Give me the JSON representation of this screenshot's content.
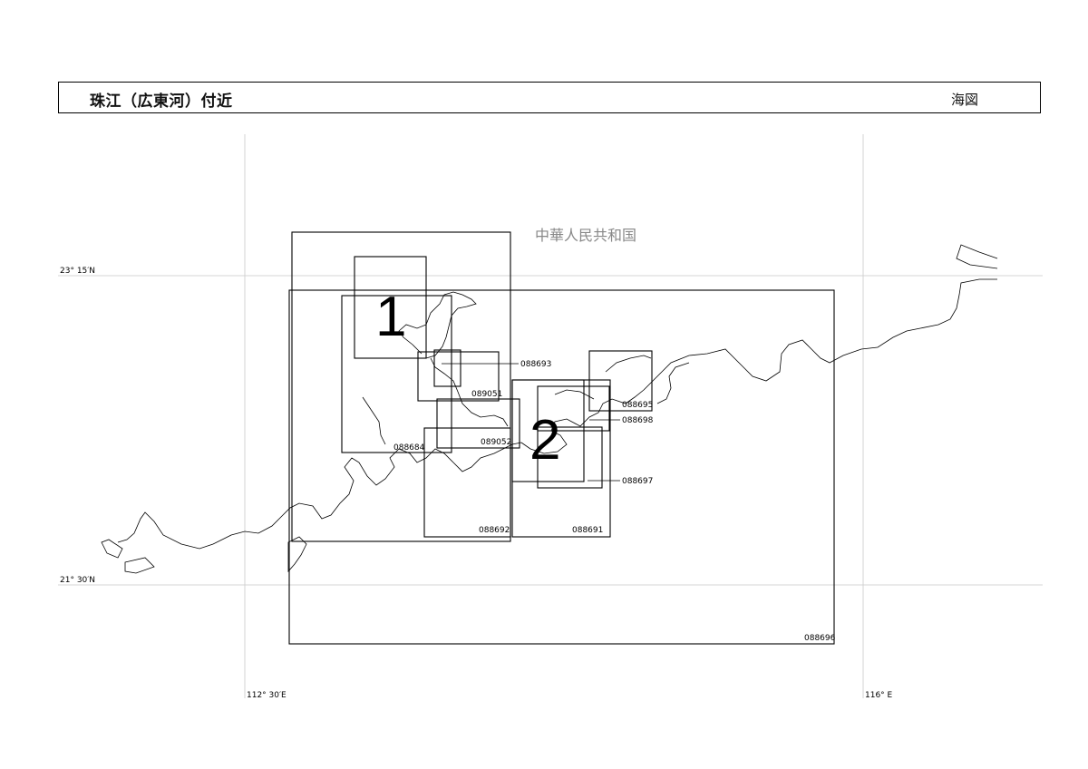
{
  "header": {
    "title": "珠江（広東河）付近",
    "chart_type": "海図"
  },
  "map": {
    "country_label": "中華人民共和国",
    "latitudes": [
      "23° 15′N",
      "21° 30′N"
    ],
    "longitudes": [
      "112° 30′E",
      "116° E"
    ],
    "area_numbers": [
      "1",
      "2"
    ],
    "charts": [
      {
        "id": "088696"
      },
      {
        "id": "088684"
      },
      {
        "id": "089051"
      },
      {
        "id": "088693"
      },
      {
        "id": "089052"
      },
      {
        "id": "088692"
      },
      {
        "id": "088691"
      },
      {
        "id": "088695"
      },
      {
        "id": "088698"
      },
      {
        "id": "088697"
      }
    ]
  }
}
